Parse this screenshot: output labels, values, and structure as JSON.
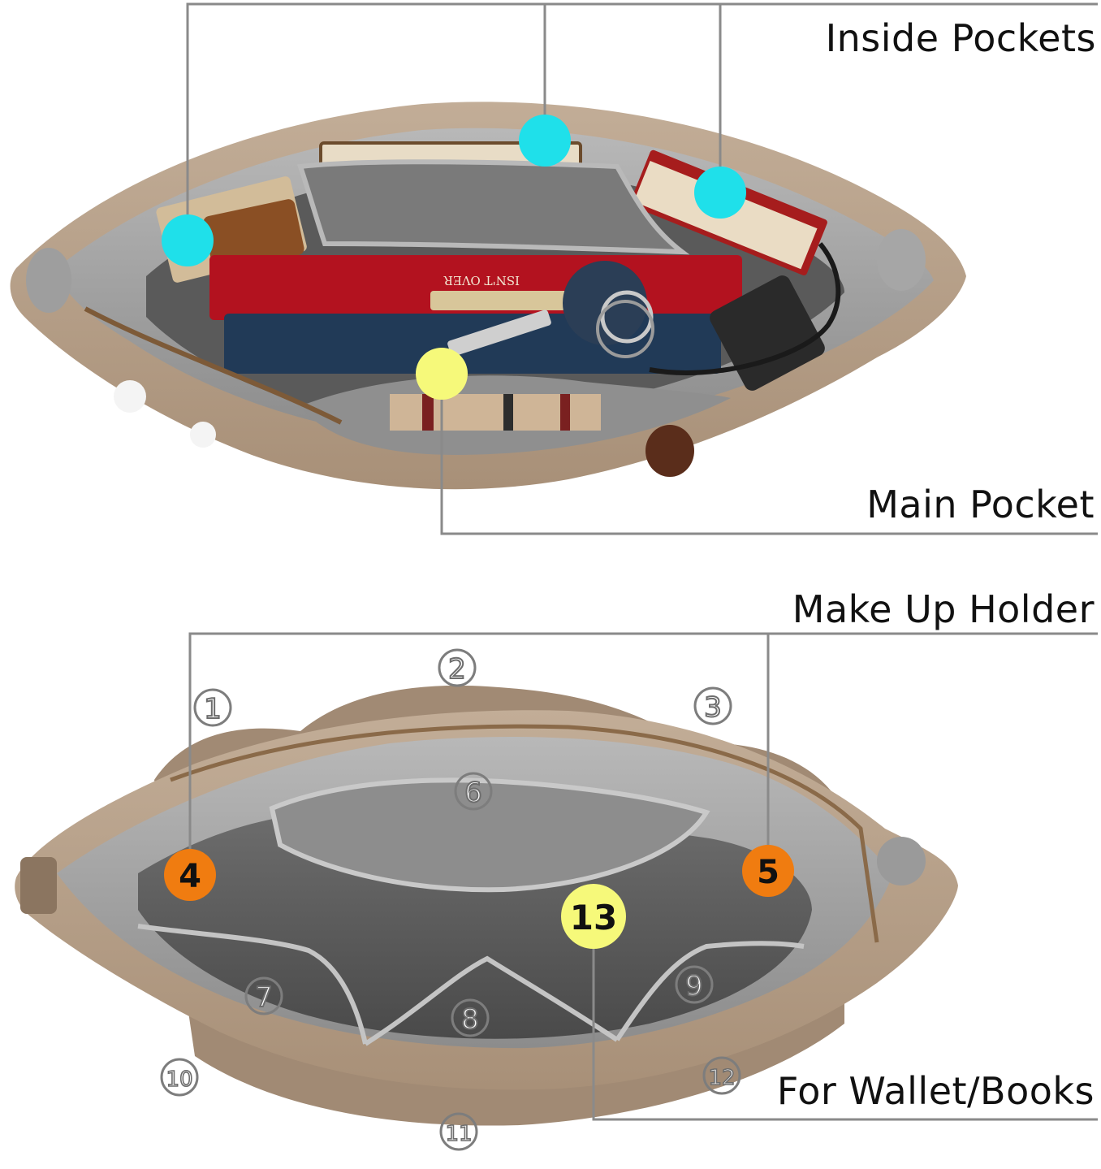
{
  "labels": {
    "inside_pockets": "Inside Pockets",
    "main_pocket": "Main Pocket",
    "make_up_holder": "Make Up Holder",
    "for_wallet_books": "For Wallet/Books"
  },
  "book_text": {
    "red_book_spine": "ISN'T OVER"
  },
  "markers": {
    "orange_left": "4",
    "orange_right": "5",
    "yellow_center": "13"
  },
  "pocket_numbers": [
    "1",
    "2",
    "3",
    "6",
    "7",
    "8",
    "9",
    "10",
    "11",
    "12"
  ],
  "colors": {
    "marker_cyan": "#1fe0ea",
    "marker_yellow": "#f6f97a",
    "marker_orange": "#f07c10",
    "leader_line": "#8a8a8a",
    "bag_fabric": "#b39d88",
    "lining": "#9a9a9a"
  }
}
